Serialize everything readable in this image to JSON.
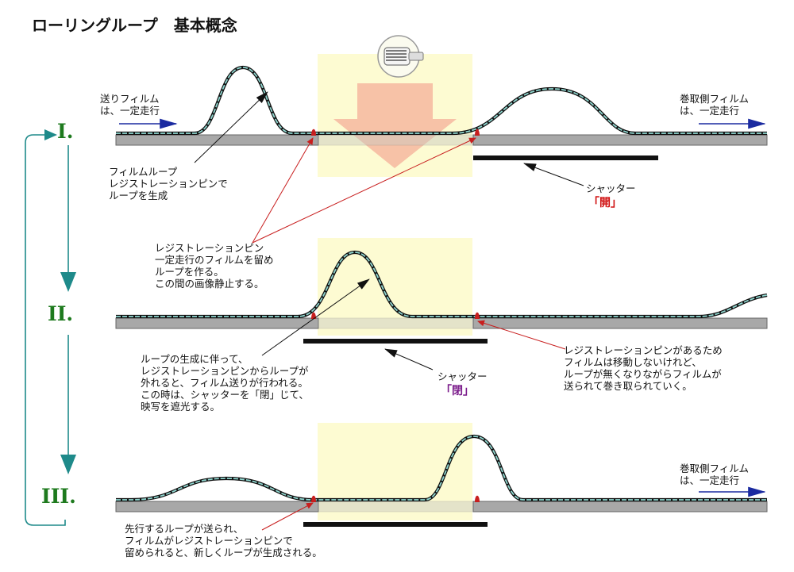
{
  "title": "ローリングループ　基本概念",
  "steps": [
    "I.",
    "II.",
    "III."
  ],
  "annotations": {
    "feed_film": "送りフィルム\nは、一定走行",
    "takeup_film_1": "巻取側フィルム\nは、一定走行",
    "takeup_film_3": "巻取側フィルム\nは、一定走行",
    "film_loop": "フィルムループ\nレジストレーションピンで\nループを生成",
    "reg_pin": "レジストレーションピン\n一定走行のフィルムを留め\nループを作る。\nこの間の画像静止する。",
    "loop_release": "ループの生成に伴って、\nレジストレーションピンからループが\n外れると、フィルム送りが行われる。\nこの時は、シャッターを「閉」じて、\n映写を遮光する。",
    "pin_hold": "レジストレーションピンがあるため\nフィルムは移動しないけれど、\nループが無くなりながらフィルムが\n送られて巻き取られていく。",
    "next_loop": "先行するループが送られ、\nフィルムがレジストレーションピンで\n留められると、新しくループが生成される。"
  },
  "shutter": {
    "label_1": "シャッター",
    "state_1": "「開」",
    "label_2": "シャッター",
    "state_2": "「閉」"
  },
  "colors": {
    "step_numeral": "#1e7a1e",
    "cycle_arrow": "#1e8a8a",
    "open_state": "#d01010",
    "closed_state": "#7a1a8a",
    "pin": "#c81e1e",
    "light_zone": "#fdfbd2",
    "projection_arrow": "#f6b7a0"
  }
}
